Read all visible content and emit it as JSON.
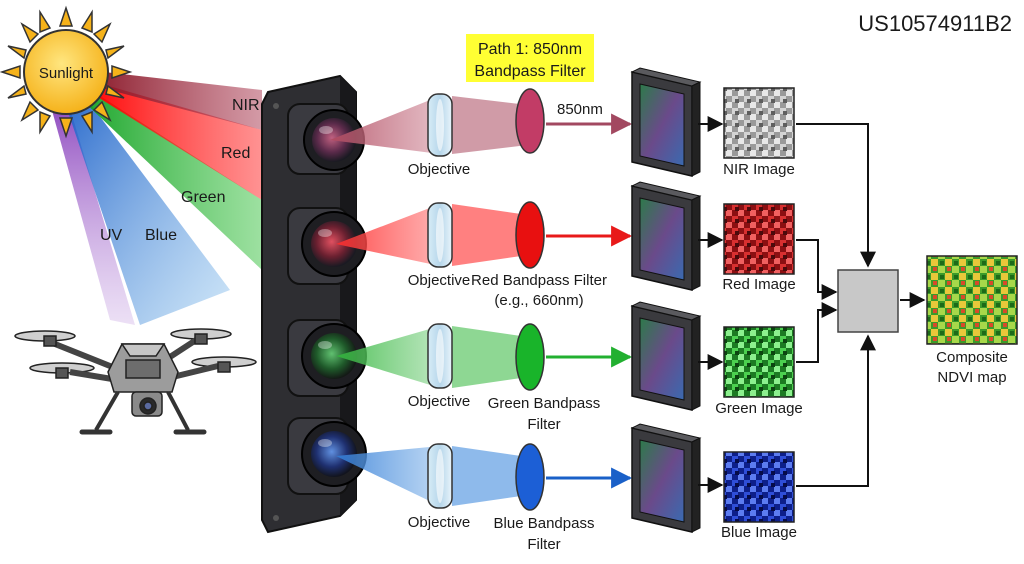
{
  "patent_number": "US10574911B2",
  "sun_label": "Sunlight",
  "bands": {
    "nir": "NIR",
    "red": "Red",
    "green": "Green",
    "uv": "UV",
    "blue": "Blue"
  },
  "callout": {
    "line1": "Path 1: 850nm",
    "line2": "Bandpass Filter"
  },
  "wavelength_label": "850nm",
  "objective_label": "Objective",
  "filters": {
    "red_line1": "Red Bandpass Filter",
    "red_line2": "(e.g., 660nm)",
    "green_line1": "Green Bandpass",
    "green_line2": "Filter",
    "blue_line1": "Blue Bandpass",
    "blue_line2": "Filter"
  },
  "images": {
    "nir": "NIR Image",
    "red": "Red Image",
    "green": "Green Image",
    "blue": "Blue Image"
  },
  "composite": {
    "line1": "Composite",
    "line2": "NDVI map"
  },
  "colors": {
    "nir_beam": "#b0485e",
    "red_beam": "#ee2222",
    "green_beam": "#2fb53a",
    "blue_beam": "#2f7bd6",
    "uv_beam": "#8a3cc0",
    "callout_bg": "#ffff33",
    "processor": "#c8c8c8"
  }
}
